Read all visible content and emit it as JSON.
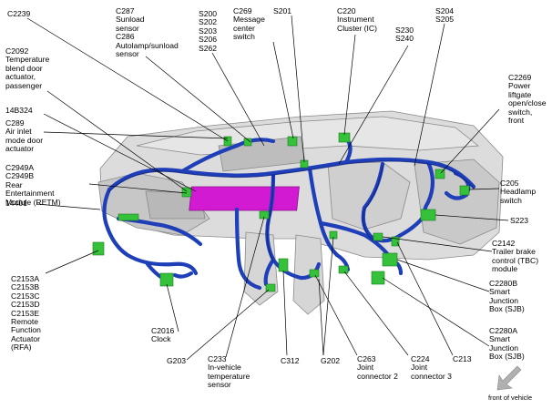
{
  "labels": {
    "c2239": "C2239",
    "c287": "C287\nSunload\nsensor\nC286\nAutolamp/sunload\nsensor",
    "s200": "S200\nS202\nS203\nS206\nS262",
    "c269": "C269\nMessage\ncenter\nswitch",
    "s201": "S201",
    "c220": "C220\nInstrument\nCluster (IC)",
    "s230": "S230\nS240",
    "s204": "S204\nS205",
    "c2092": "C2092\nTemperature\nblend door\nactuator,\npassenger",
    "c2269": "C2269\nPower\nliftgate\nopen/close\nswitch,\nfront",
    "b14b324": "14B324",
    "c289": "C289\nAir inlet\nmode door\nactuator",
    "c2949": "C2949A\nC2949B\nRear\nEntertainment\nModule (RETM)",
    "c205": "C205\nHeadlamp\nswitch",
    "s223": "S223",
    "b14401": "14401",
    "c2142": "C2142\nTrailer brake\ncontrol (TBC)\nmodule",
    "c2153": "C2153A\nC2153B\nC2153C\nC2153D\nC2153E\nRemote\nFunction\nActuator\n(RFA)",
    "c2280b": "C2280B\nSmart\nJunction\nBox (SJB)",
    "c2016": "C2016\nClock",
    "c2280a": "C2280A\nSmart\nJunction\nBox (SJB)",
    "g203": "G203",
    "c233": "C233\nIn-vehicle\ntemperature\nsensor",
    "c312": "C312",
    "g202": "G202",
    "c263": "C263\nJoint\nconnector 2",
    "c224": "C224\nJoint\nconnector 3",
    "c213": "C213",
    "front": "front of vehicle"
  },
  "colors": {
    "harness": "#1f3fb8",
    "harness_dark": "#0c1f7a",
    "connector": "#35c23a",
    "module": "#d21ad2",
    "frame": "#c8c8c8",
    "frame_edge": "#8a8a8a",
    "leader": "#000000",
    "arrow": "#b0b0b0"
  },
  "icons": {
    "front_arrow": "arrow-down-left-icon"
  }
}
